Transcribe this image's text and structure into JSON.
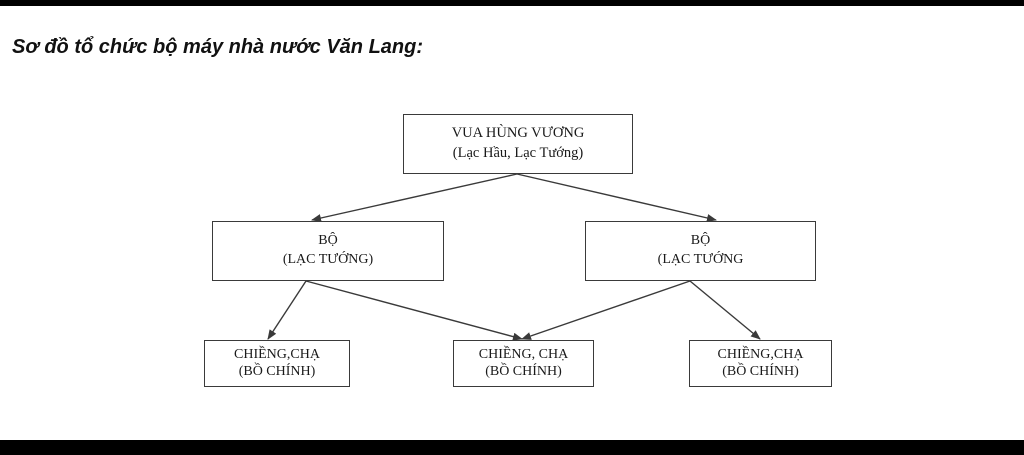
{
  "title": "Sơ đồ tổ chức bộ máy nhà nước Văn Lang:",
  "nodes": {
    "root": {
      "line1": "VUA HÙNG VƯƠNG",
      "line2": "(Lạc Hầu, Lạc Tướng)"
    },
    "mid_left": {
      "line1": "BỘ",
      "line2": "(LẠC TƯỚNG)"
    },
    "mid_right": {
      "line1": "BỘ",
      "line2": "(LẠC TƯỚNG"
    },
    "leaf_1": {
      "line1": "CHIỀNG,CHẠ",
      "line2": "(BỒ CHÍNH)"
    },
    "leaf_2": {
      "line1": "CHIỀNG, CHẠ",
      "line2": "(BỒ CHÍNH)"
    },
    "leaf_3": {
      "line1": "CHIỀNG,CHẠ",
      "line2": "(BỒ CHÍNH)"
    }
  },
  "colors": {
    "line": "#3a3a3a",
    "frame": "#000000"
  }
}
